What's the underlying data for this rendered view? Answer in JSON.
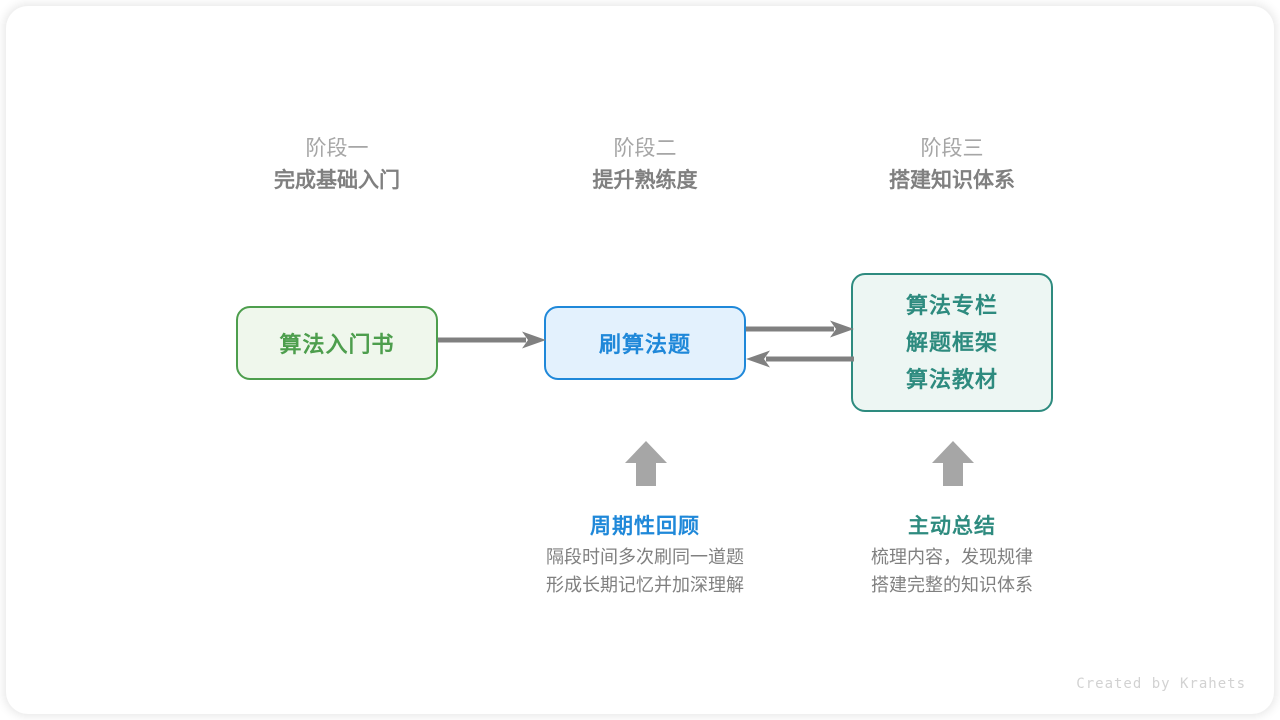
{
  "stages": [
    {
      "number": "阶段一",
      "title": "完成基础入门"
    },
    {
      "number": "阶段二",
      "title": "提升熟练度"
    },
    {
      "number": "阶段三",
      "title": "搭建知识体系"
    }
  ],
  "nodes": {
    "book": {
      "label": "算法入门书",
      "color": "#4d9e4d",
      "fill": "#eff7ec"
    },
    "practice": {
      "label": "刷算法题",
      "color": "#1f88d9",
      "fill": "#e3f1fd"
    },
    "resources": {
      "lines": [
        "算法专栏",
        "解题框架",
        "算法教材"
      ],
      "color": "#2e8b7f",
      "fill": "#edf6f3"
    }
  },
  "connectors": {
    "color": "#808080",
    "book_to_practice": "arrow-right",
    "practice_to_resources": "arrow-right",
    "resources_to_practice": "arrow-left",
    "review_up": "arrow-up",
    "summary_up": "arrow-up"
  },
  "annotations": [
    {
      "title": "周期性回顾",
      "color": "#1f88d9",
      "desc_lines": [
        "隔段时间多次刷同一道题",
        "形成长期记忆并加深理解"
      ]
    },
    {
      "title": "主动总结",
      "color": "#2e8b7f",
      "desc_lines": [
        "梳理内容，发现规律",
        "搭建完整的知识体系"
      ]
    }
  ],
  "footer": {
    "credit": "Created by Krahets"
  }
}
